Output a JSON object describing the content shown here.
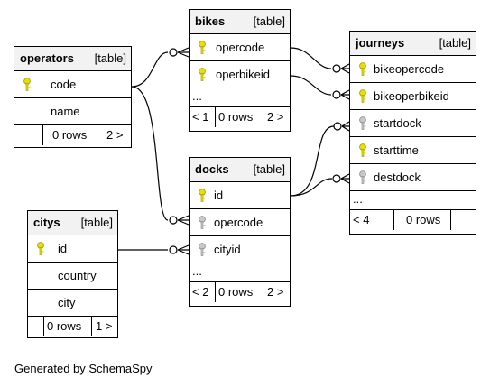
{
  "tables": {
    "operators": {
      "name": "operators",
      "type": "[table]",
      "columns": [
        {
          "name": "code",
          "key": "primary"
        },
        {
          "name": "name",
          "key": "none"
        }
      ],
      "footer": [
        "",
        "0 rows",
        "2 >"
      ]
    },
    "bikes": {
      "name": "bikes",
      "type": "[table]",
      "columns": [
        {
          "name": "opercode",
          "key": "primary"
        },
        {
          "name": "operbikeid",
          "key": "primary"
        }
      ],
      "ellipsis": "...",
      "footer": [
        "< 1",
        "0 rows",
        "2 >"
      ]
    },
    "journeys": {
      "name": "journeys",
      "type": "[table]",
      "columns": [
        {
          "name": "bikeopercode",
          "key": "primary"
        },
        {
          "name": "bikeoperbikeid",
          "key": "primary"
        },
        {
          "name": "startdock",
          "key": "foreign"
        },
        {
          "name": "starttime",
          "key": "primary"
        },
        {
          "name": "destdock",
          "key": "foreign"
        }
      ],
      "ellipsis": "...",
      "footer": [
        "< 4",
        "0 rows",
        ""
      ]
    },
    "docks": {
      "name": "docks",
      "type": "[table]",
      "columns": [
        {
          "name": "id",
          "key": "primary"
        },
        {
          "name": "opercode",
          "key": "foreign"
        },
        {
          "name": "cityid",
          "key": "foreign"
        }
      ],
      "ellipsis": "...",
      "footer": [
        "< 2",
        "0 rows",
        "2 >"
      ]
    },
    "citys": {
      "name": "citys",
      "type": "[table]",
      "columns": [
        {
          "name": "id",
          "key": "primary"
        },
        {
          "name": "country",
          "key": "none"
        },
        {
          "name": "city",
          "key": "none"
        }
      ],
      "footer": [
        "",
        "0 rows",
        "1 >"
      ]
    }
  },
  "colors": {
    "primary_key": "#e8e000",
    "foreign_key": "#b0b0b0",
    "header_bg": "#f2f2f2"
  },
  "relationships": [
    "operators.code -> bikes.opercode",
    "operators.code -> docks.opercode",
    "bikes.opercode -> journeys.bikeopercode",
    "bikes.operbikeid -> journeys.bikeoperbikeid",
    "docks.id -> journeys.startdock",
    "docks.id -> journeys.destdock",
    "citys.id -> docks.cityid"
  ],
  "footer_text": "Generated by SchemaSpy"
}
